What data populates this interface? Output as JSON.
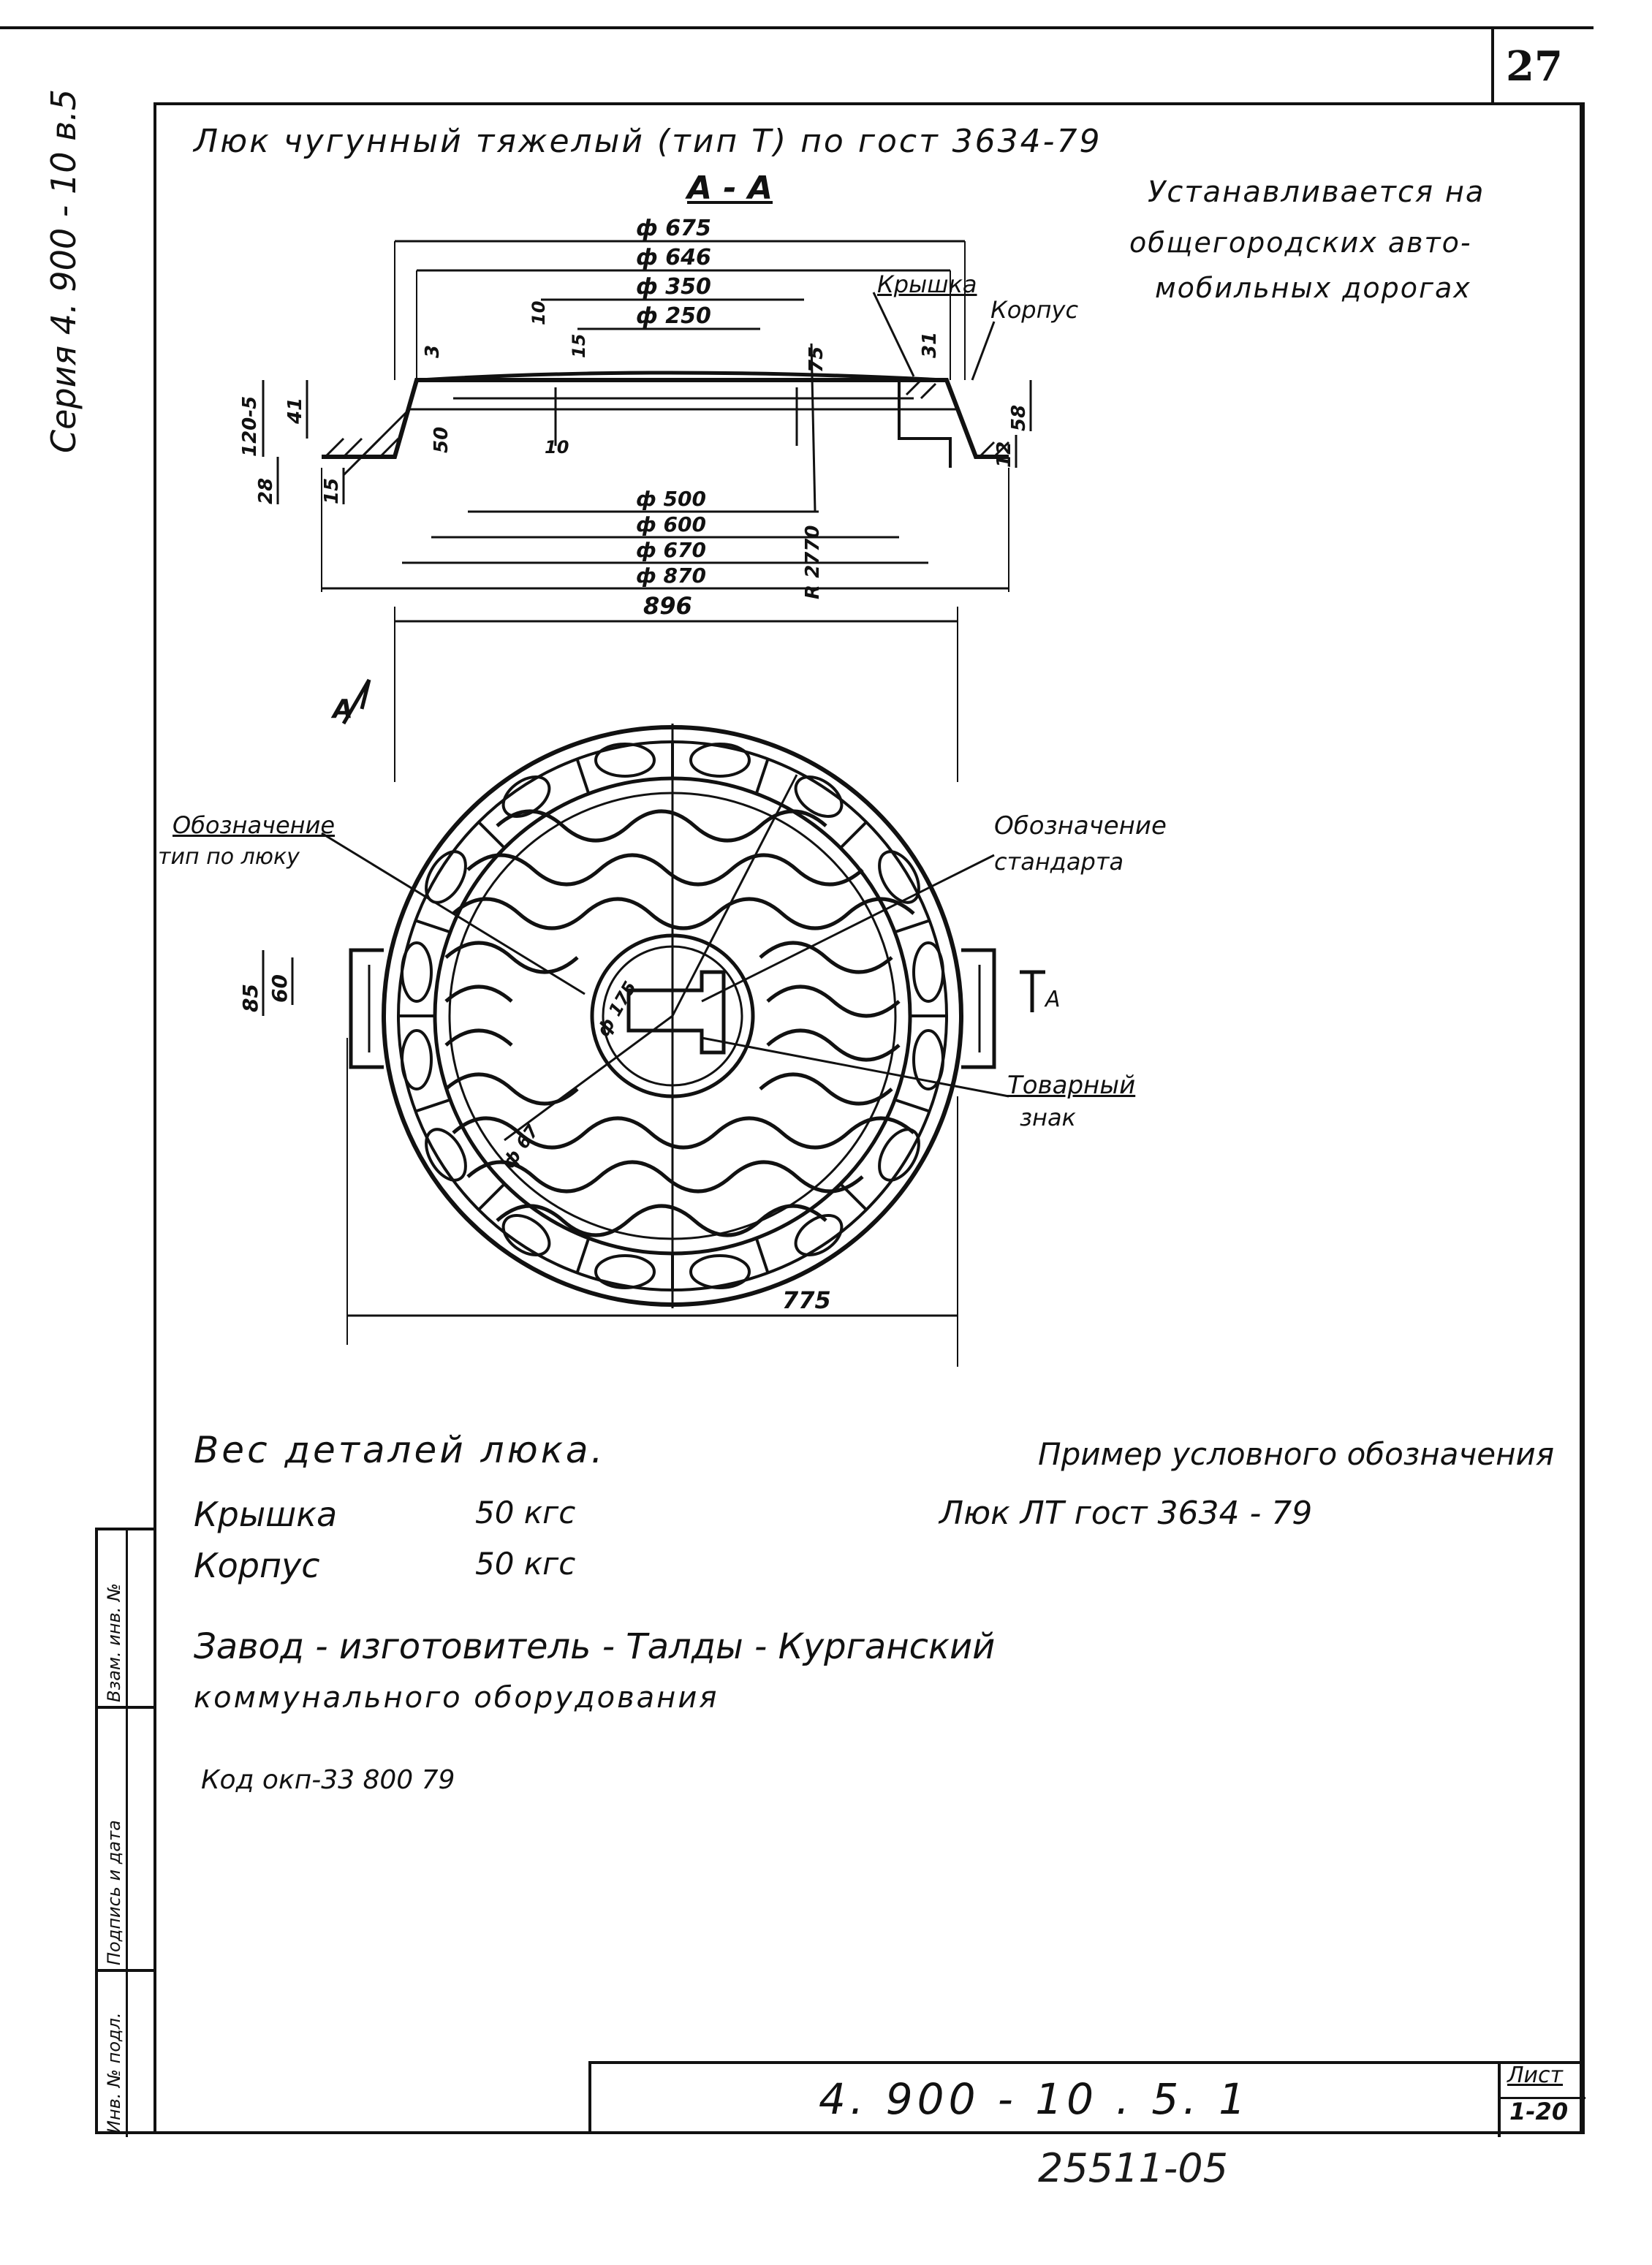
{
  "sheet": {
    "page_number": "27",
    "series": "Серия 4. 900 - 10  в.5",
    "title_line": "Люк  чугунный  тяжелый  (тип Т)  по гост 3634-79",
    "installed_note_1": "Устанавливается на",
    "installed_note_2": "общегородских авто-",
    "installed_note_3": "мобильных дорогах",
    "section_label": "А - А",
    "view_label_left": "А",
    "view_label_right": "А",
    "designation_no": "4. 900 - 10 . 5. 1",
    "sheet_label": "Лист",
    "sheet_number": "1-20",
    "bottom_stamp": "25511-05"
  },
  "callouts": {
    "cover": "Крышка",
    "body": "Корпус",
    "type_mark_1": "Обозначение",
    "type_mark_2": "тип по люку",
    "standard_mark_1": "Обозначение",
    "standard_mark_2": "стандарта",
    "trademark_1": "Товарный",
    "trademark_2": "знак"
  },
  "dimensions": {
    "top": [
      "ф 675",
      "ф 646",
      "ф 350",
      "ф 250"
    ],
    "bottom": [
      "ф 500",
      "ф 600",
      "ф 670",
      "ф 870"
    ],
    "plan_width": "896",
    "plan_bottom": "775",
    "left_stack": [
      "120-5",
      "41",
      "28",
      "15"
    ],
    "mid_vertical": [
      "3",
      "50",
      "10",
      "15",
      "10",
      "75"
    ],
    "right_stack": [
      "31",
      "58",
      "12"
    ],
    "r_inner": "R 2770",
    "lug_85": "85",
    "lug_60": "60",
    "center_dia": "ф 175",
    "hole_dia": "ф 67"
  },
  "notes": {
    "weight_title": "Вес  деталей  люка.",
    "cover_weight_label": "Крышка",
    "cover_weight": "50 кгс",
    "body_weight_label": "Корпус",
    "body_weight": "50 кгс",
    "example_title": "Пример условного обозначения",
    "example_value": "Люк  ЛТ   гост 3634 - 79",
    "plant_line_1": "Завод - изготовитель  - Талды - Курганский",
    "plant_line_2": "коммунального      оборудования",
    "code_line": "Код окп-33  800 79"
  },
  "side_stamp": {
    "cell_1": "Инв. № подл.",
    "cell_2": "Подпись и дата",
    "cell_3": "Взам. инв. №"
  }
}
